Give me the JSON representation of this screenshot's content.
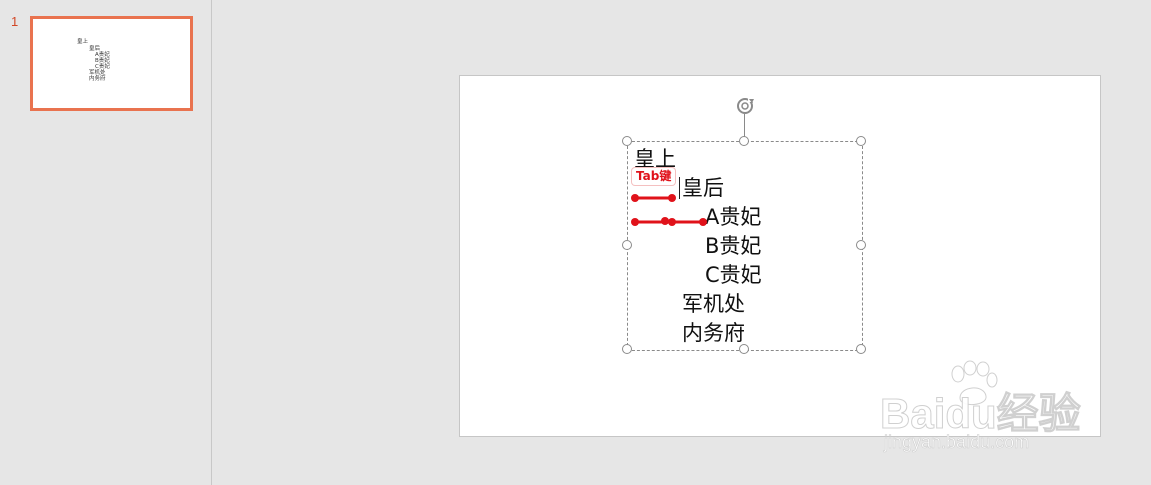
{
  "thumbnails": {
    "slide_number": "1",
    "lines": [
      "皇上",
      "皇后",
      "A贵妃",
      "B贵妃",
      "C贵妃",
      "军机处",
      "内务府"
    ]
  },
  "slide": {
    "textbox_lines": [
      "皇上",
      "皇后",
      "A贵妃",
      "B贵妃",
      "C贵妃",
      "军机处",
      "内务府"
    ],
    "annotation_label": "Tab键"
  },
  "watermark": {
    "brand": "Baidu经验",
    "url": "jingyan.baidu.com"
  },
  "colors": {
    "background": "#e6e6e6",
    "thumb_border": "#e9734f",
    "slide_number": "#d24726",
    "annotation": "#e0121a"
  },
  "icons": [
    "rotate-icon",
    "baidu-paw-icon"
  ]
}
